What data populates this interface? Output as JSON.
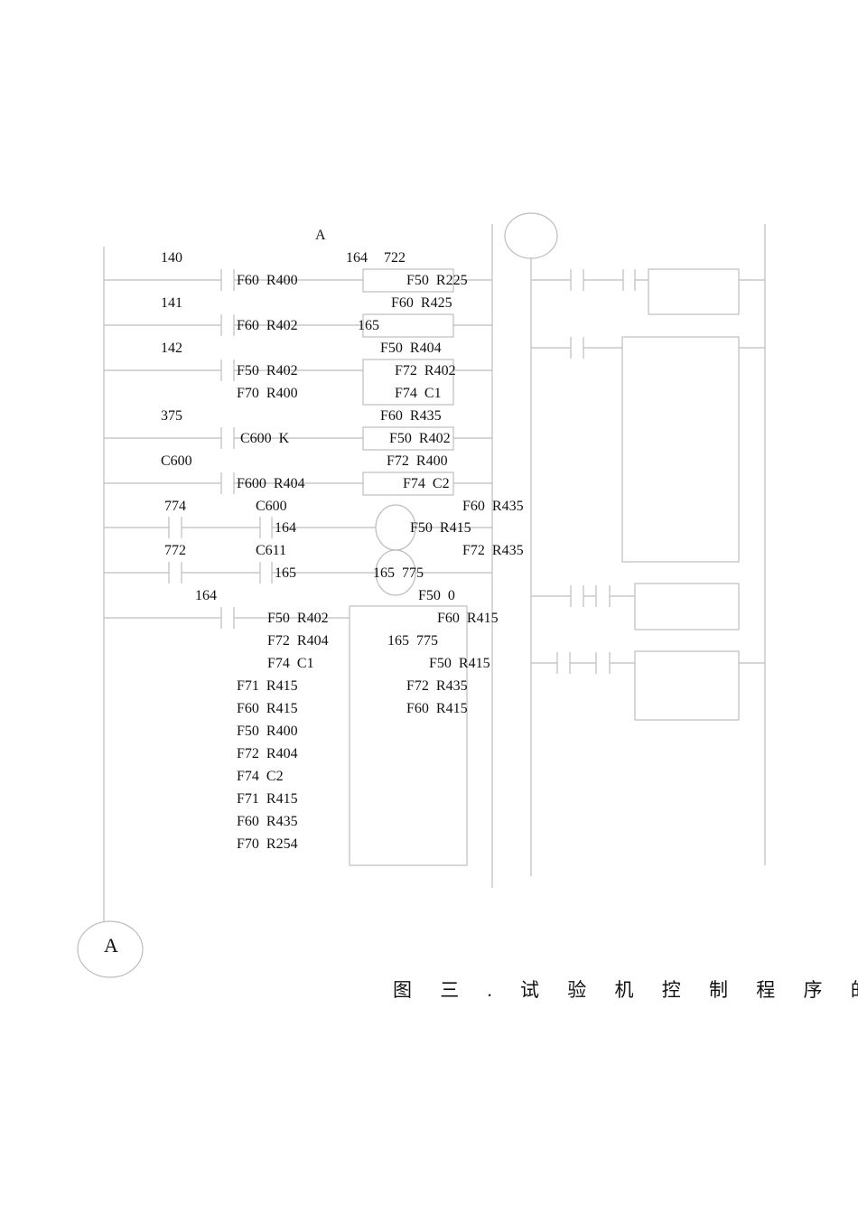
{
  "connector_label_top": "A",
  "connector_label_bottom": "A",
  "caption": "图 三 . 试 验 机 控 制 程 序 的 梯 形 图",
  "rungs": [
    {
      "contact": "140",
      "instr": [
        "F60  R400"
      ],
      "box_top": [
        "164",
        "722"
      ],
      "box": [
        "F50  R225"
      ]
    },
    {
      "contact": "141",
      "instr": [
        "F60  R402"
      ],
      "box_top": "F60  R425",
      "box": [
        "165"
      ]
    },
    {
      "contact": "142",
      "instr": [
        "F50  R402",
        "F70  R400"
      ],
      "box_top": "F50  R404",
      "box": [
        "F72  R402",
        "F74  C1"
      ]
    },
    {
      "contact": "375",
      "instr": [
        "C600  K"
      ],
      "box_top": "F60  R435",
      "box": [
        "F50  R402"
      ]
    },
    {
      "contact": "C600",
      "instr": [
        "F600  R404"
      ],
      "box_top": "F72  R400",
      "box": [
        "F74  C2"
      ]
    },
    {
      "contacts": [
        "774",
        "C600"
      ],
      "instr": [
        "164"
      ],
      "coil_text": "F50  R415",
      "right_top": "F60  R435"
    },
    {
      "contacts": [
        "772",
        "C611"
      ],
      "instr": [
        "165"
      ],
      "coil_text": "165  775",
      "right_top": "F72  R435"
    },
    {
      "contact": "164",
      "instr": [
        "F50  R402",
        "F72  R404",
        "F74  C1",
        "F71  R415",
        "F60  R415",
        "F50  R400",
        "F72  R404",
        "F74  C2",
        "F71  R415",
        "F60  R435",
        "F70  R254"
      ],
      "box_top": "F50  0",
      "box": [
        "F60  R415",
        "165  775",
        "F50  R415",
        "F72  R435",
        "F60  R415"
      ]
    }
  ]
}
